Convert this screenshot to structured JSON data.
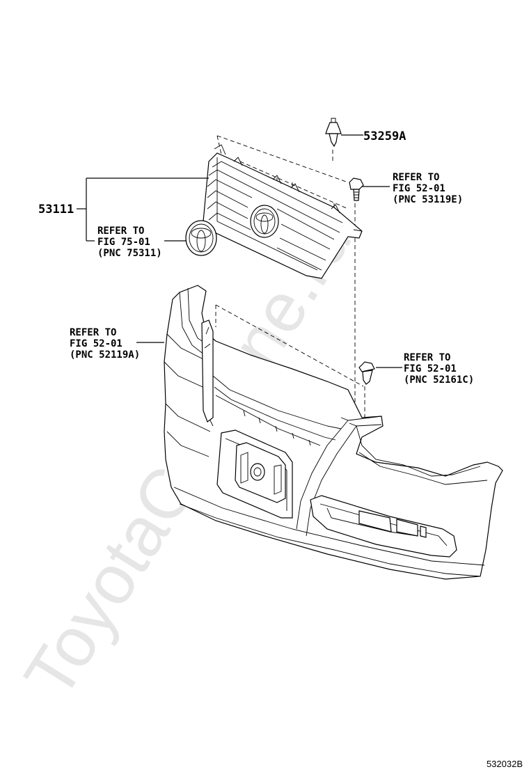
{
  "watermark": "ToyotaCarMine.ru",
  "figure_id": "532032B",
  "callouts": {
    "part_53259a": "53259A",
    "part_53111": "53111",
    "ref_emblem": [
      "REFER TO",
      "FIG 75-01",
      "(PNC 75311)"
    ],
    "ref_grille_clip": [
      "REFER TO",
      "FIG 52-01",
      "(PNC 53119E)"
    ],
    "ref_bumper": [
      "REFER TO",
      "FIG 52-01",
      "(PNC 52119A)"
    ],
    "ref_bumper_clip": [
      "REFER TO",
      "FIG 52-01",
      "(PNC 52161C)"
    ]
  }
}
